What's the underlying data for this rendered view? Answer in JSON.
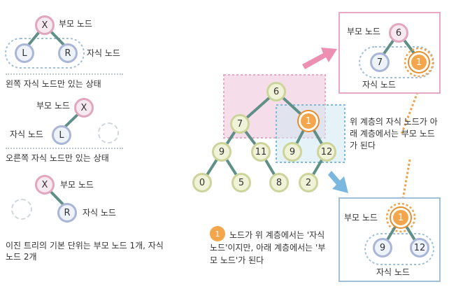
{
  "panel_left": {
    "parent_label": "부모 노드",
    "child_label": "자식 노드",
    "node_x": "X",
    "node_l": "L",
    "node_r": "R",
    "caption_left_only": "왼쪽 자식 노드만 있는 상태",
    "caption_right_only": "오른쪽 자식 노드만 있는 상태",
    "summary": "이진 트리의 기본 단위는 부모 노드 1개, 자식 노드 2개"
  },
  "tree": {
    "root": "6",
    "l1_left": "7",
    "l1_right": "1",
    "l2": [
      "9",
      "11",
      "9",
      "12"
    ],
    "l3": [
      "0",
      "5",
      "8",
      "2"
    ]
  },
  "top_box": {
    "parent_label": "부모 노드",
    "child_label": "자식 노드",
    "parent": "6",
    "left": "7",
    "right": "1"
  },
  "bottom_box": {
    "parent_label": "부모 노드",
    "child_label": "자식 노드",
    "parent": "1",
    "left": "9",
    "right": "12"
  },
  "notes": {
    "upper_note": "위 계층의 자식 노드가 아래 계층에서는 부모 노드가 된다",
    "legend_node": "1",
    "legend_text": "노드가 위 계층에서는 '자식 노드'이지만, 아래 계층에서는 '부모 노드'가 된다"
  },
  "colors": {
    "pink": "#e2a6bd",
    "blue": "#aab6d8",
    "green": "#cdd49b",
    "orange": "#f3a64b",
    "edge": "#5f8f86"
  }
}
